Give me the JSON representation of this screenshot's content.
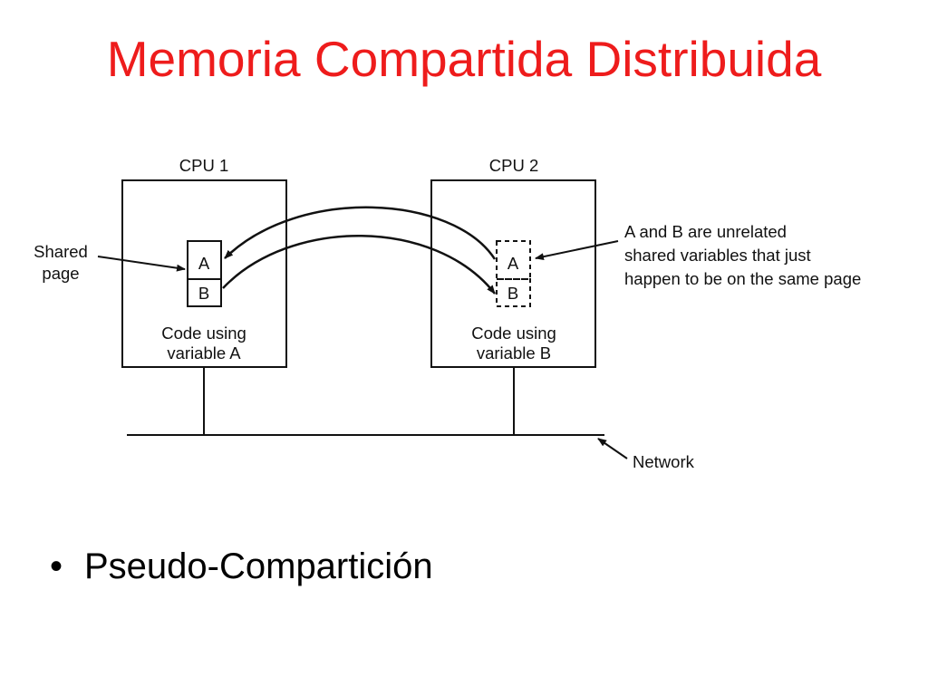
{
  "title": "Memoria Compartida Distribuida",
  "diagram": {
    "cpu1": {
      "label": "CPU 1",
      "page_vars": [
        "A",
        "B"
      ],
      "code_line1": "Code using",
      "code_line2": "variable A"
    },
    "cpu2": {
      "label": "CPU 2",
      "page_vars": [
        "A",
        "B"
      ],
      "code_line1": "Code using",
      "code_line2": "variable B"
    },
    "shared_page_label": [
      "Shared",
      "page"
    ],
    "unrelated_note": [
      "A and B are unrelated",
      "shared variables that just",
      "happen to be on the same page"
    ],
    "network_label": "Network",
    "colors": {
      "title": "#ee1c1c",
      "ink": "#111111"
    }
  },
  "bullets": [
    {
      "marker": "•",
      "text": "Pseudo-Compartición"
    }
  ]
}
